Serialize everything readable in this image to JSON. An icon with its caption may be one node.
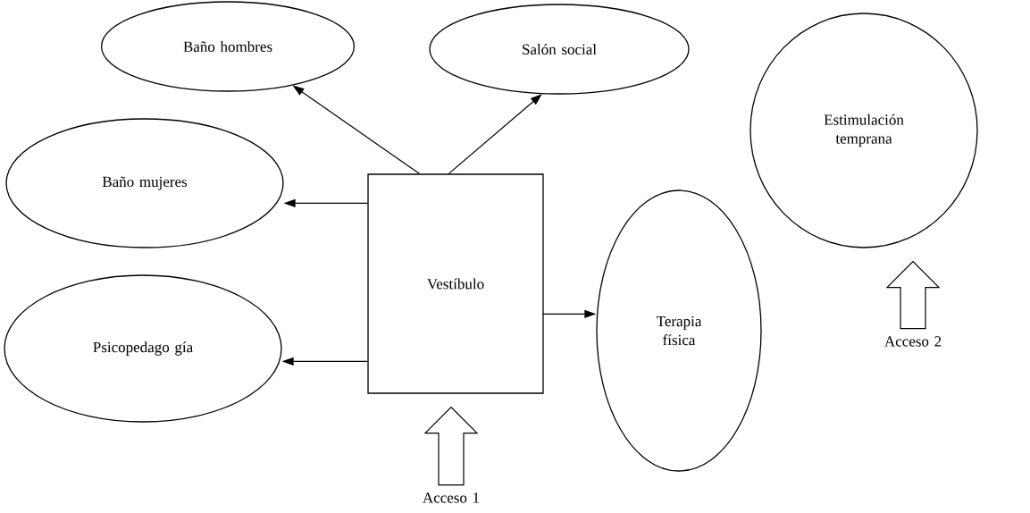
{
  "diagram": {
    "nodes": [
      {
        "text": [
          "Baño hombres"
        ]
      },
      {
        "text": [
          "Salón social"
        ]
      },
      {
        "text": [
          "Estimulación temprana"
        ]
      },
      {
        "text": [
          "Baño mujeres"
        ]
      },
      {
        "text": [
          "Vestíbulo"
        ]
      },
      {
        "text": [
          "Terapia física"
        ]
      },
      {
        "text": [
          "Psicopedago gía"
        ]
      },
      {
        "text": [
          "Acceso 1"
        ]
      },
      {
        "text": [
          "Acceso 2"
        ]
      }
    ],
    "edges": [
      {
        "from": 4,
        "to": 0,
        "arrow": "to"
      },
      {
        "from": 4,
        "to": 1,
        "arrow": "to"
      },
      {
        "from": 4,
        "to": 3,
        "arrow": "to"
      },
      {
        "from": 4,
        "to": 6,
        "arrow": "to"
      },
      {
        "from": 4,
        "to": 5,
        "arrow": "to"
      },
      {
        "from": 7,
        "to": 4,
        "arrow": "to",
        "style": "thick"
      },
      {
        "from": 8,
        "to": 2,
        "arrow": "to",
        "style": "thick"
      }
    ]
  }
}
